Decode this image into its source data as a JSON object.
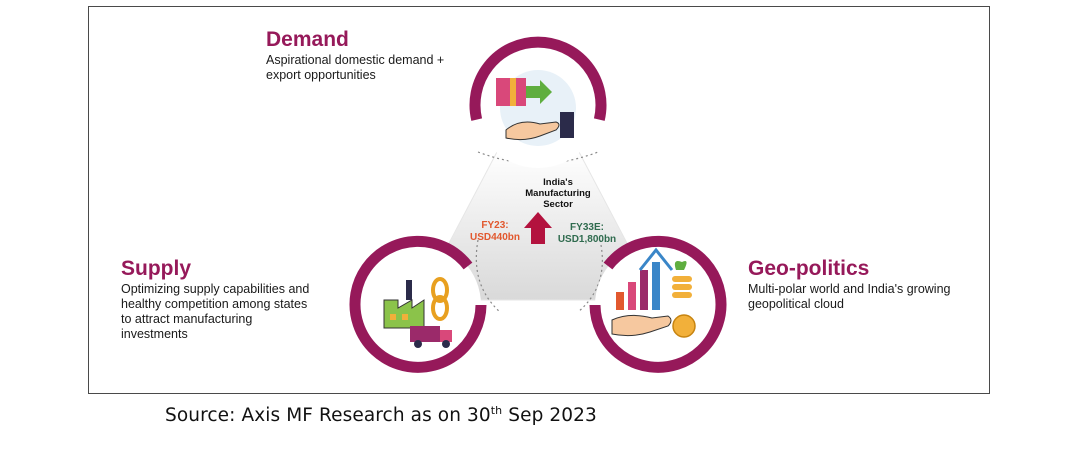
{
  "demand": {
    "title": "Demand",
    "line1": "Aspirational domestic demand +",
    "line2": "export opportunities"
  },
  "supply": {
    "title": "Supply",
    "line1": "Optimizing supply capabilities and",
    "line2": "healthy competition among states",
    "line3": "to attract manufacturing",
    "line4": "investments"
  },
  "geopolitics": {
    "title": "Geo-politics",
    "line1": "Multi-polar world and India's growing",
    "line2": "geopolitical cloud"
  },
  "center": {
    "line1": "India's",
    "line2": "Manufacturing",
    "line3": "Sector"
  },
  "fy23": {
    "label": "FY23:",
    "value": "USD440bn"
  },
  "fy33": {
    "label": "FY33E:",
    "value": "USD1,800bn"
  },
  "source": {
    "prefix": "Source: Axis MF Research as on 30",
    "sup": "th",
    "suffix": " Sep 2023"
  },
  "colors": {
    "ring": "#96195a",
    "fy23": "#e2582e",
    "fy33": "#2f6b4e",
    "arrow": "#b3123e"
  }
}
